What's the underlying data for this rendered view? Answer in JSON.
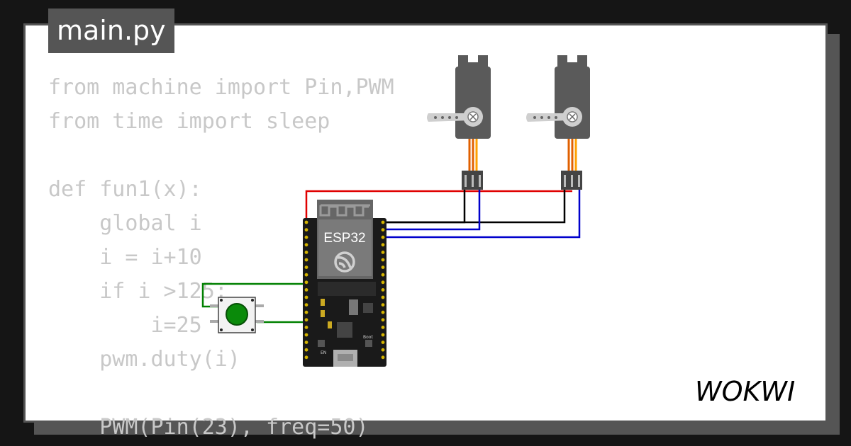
{
  "file_tab": {
    "label": "main.py"
  },
  "code": {
    "lines": [
      "from machine import Pin,PWM",
      "from time import sleep",
      "",
      "def fun1(x):",
      "    global i",
      "    i = i+10",
      "    if i >125:",
      "        i=25",
      "    pwm.duty(i)",
      "",
      "    PWM(Pin(23), freq=50)"
    ]
  },
  "board": {
    "label": "ESP32",
    "boot_label": "Boot",
    "en_label": "EN"
  },
  "brand": {
    "name": "WOKWI"
  },
  "colors": {
    "background": "#151515",
    "card": "#ffffff",
    "frame": "#555555",
    "code_text": "#c8c8c8",
    "board": "#1a1a1a",
    "module": "#666666",
    "servo_body": "#5a5a5a",
    "wire_power": "#e00000",
    "wire_ground": "#000000",
    "wire_signal": "#0000cc",
    "wire_button": "#008000",
    "button_cap": "#0a8a0a"
  },
  "icons": [
    "espressif-logo-icon",
    "servo-horn-icon",
    "usb-port-icon"
  ]
}
